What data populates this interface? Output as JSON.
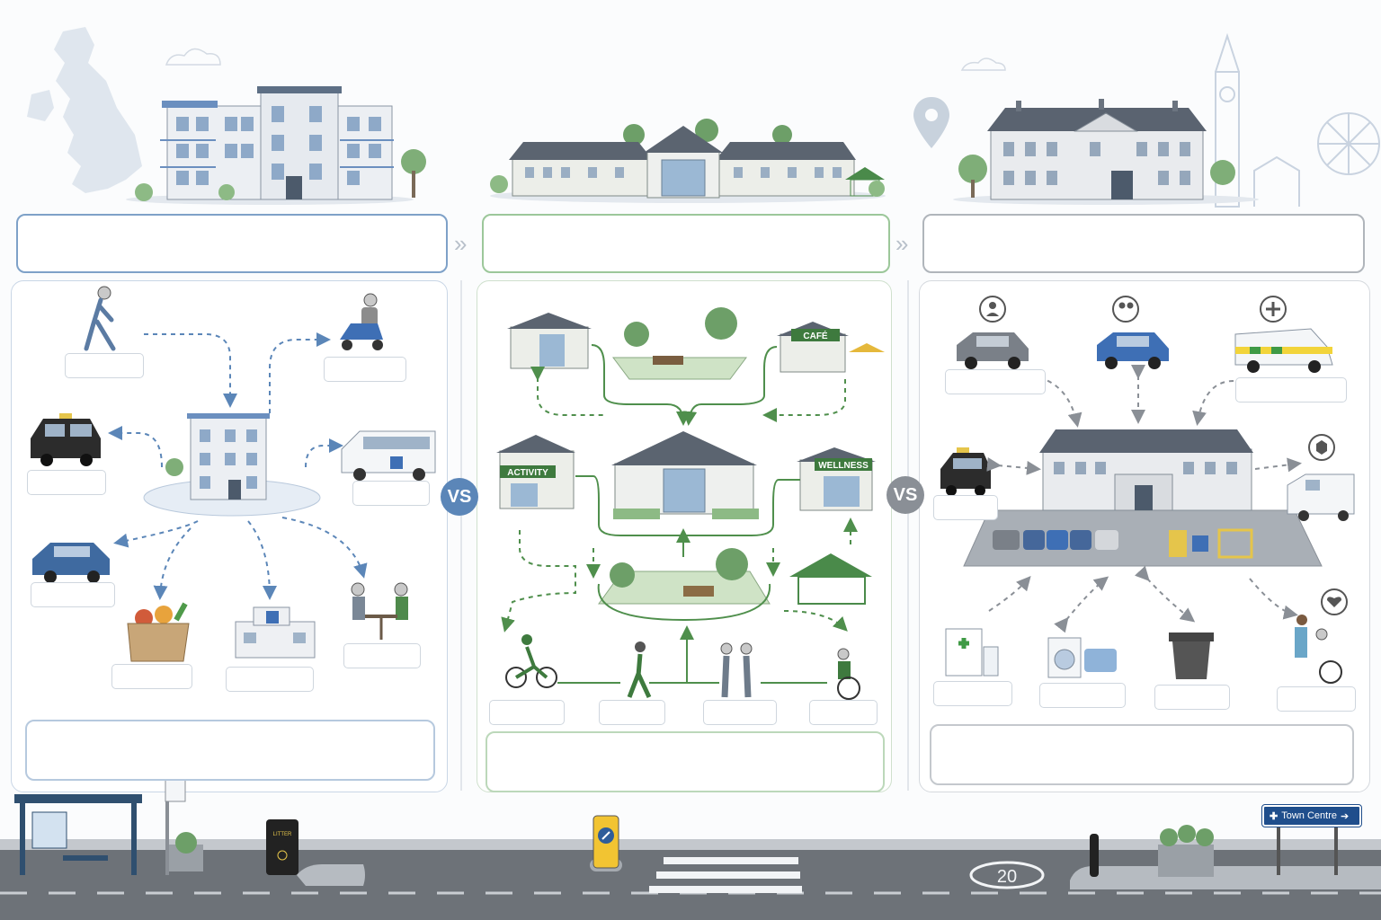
{
  "markers": {
    "vs_left": "VS",
    "vs_right": "VS"
  },
  "buildings": {
    "activity_sign": "ACTIVITY",
    "wellness_sign": "WELLNESS",
    "cafe_sign": "CAFÉ"
  },
  "street": {
    "speed_limit": "20",
    "direction_sign": "Town Centre",
    "bin_label": "LITTER"
  },
  "colors": {
    "blue_accent": "#5b86b8",
    "green_accent": "#6ea86a",
    "grey_accent": "#8a8f96"
  }
}
